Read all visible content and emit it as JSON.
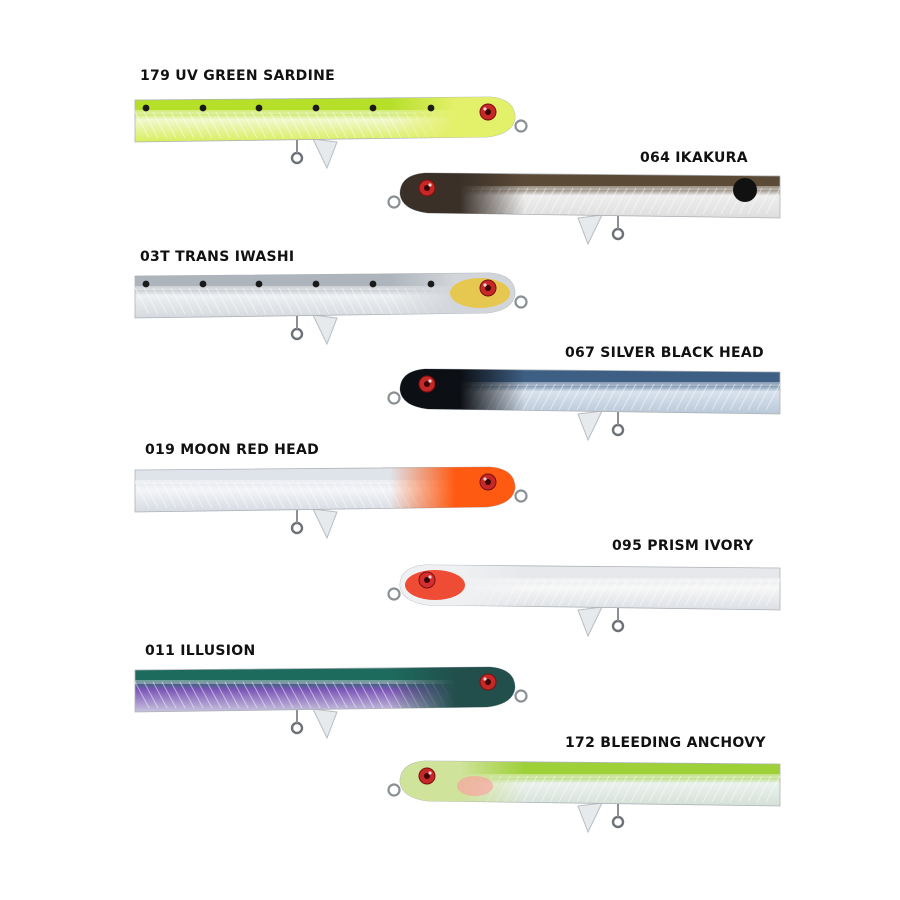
{
  "lures": [
    {
      "id": "179",
      "label": "179 UV GREEN SARDINE",
      "direction": "right",
      "colors": {
        "back": "#b6df2a",
        "body": "#f1f8cc",
        "belly": "#d9ee5c",
        "head": "#e3f06a",
        "eye": "#c62828"
      },
      "spots": true,
      "head_patch": false
    },
    {
      "id": "064",
      "label": "064 IKAKURA",
      "direction": "left",
      "colors": {
        "back": "#5b4a36",
        "body": "#eeeeee",
        "belly": "#dedede",
        "head": "#3a3028",
        "eye": "#c62828"
      },
      "spots": false,
      "head_patch": false,
      "dark_spot": true
    },
    {
      "id": "03T",
      "label": "03T TRANS IWASHI",
      "direction": "right",
      "colors": {
        "back": "#aeb4bc",
        "body": "#eef0f2",
        "belly": "#d5d9de",
        "head": "#d2d6da",
        "eye": "#c62828"
      },
      "spots": true,
      "head_patch": true,
      "patch_color": "#e8c640"
    },
    {
      "id": "067",
      "label": "067 SILVER BLACK HEAD",
      "direction": "left",
      "colors": {
        "back": "#3e5f84",
        "body": "#d9e3ee",
        "belly": "#b9c8d8",
        "head": "#0c0f14",
        "eye": "#c62828"
      },
      "spots": false,
      "head_patch": false
    },
    {
      "id": "019",
      "label": "019 MOON RED HEAD",
      "direction": "right",
      "colors": {
        "back": "#dfe3ea",
        "body": "#f4f5f8",
        "belly": "#d6dae2",
        "head": "#ff5a12",
        "eye": "#c62828"
      },
      "spots": false,
      "head_patch": false
    },
    {
      "id": "095",
      "label": "095 PRISM IVORY",
      "direction": "left",
      "colors": {
        "back": "#e6e8ec",
        "body": "#f7f7f7",
        "belly": "#dcdfe4",
        "head": "#eff0f2",
        "eye": "#d32f2f"
      },
      "spots": false,
      "head_patch": true,
      "patch_color": "#ee3a20"
    },
    {
      "id": "011",
      "label": "011 ILLUSION",
      "direction": "right",
      "colors": {
        "back": "#1d6b5d",
        "body": "#7c55b7",
        "belly": "#c8c4de",
        "head": "#224f4b",
        "eye": "#c62828"
      },
      "spots": false,
      "head_patch": false
    },
    {
      "id": "172",
      "label": "172 BLEEDING ANCHOVY",
      "direction": "left",
      "colors": {
        "back": "#9ed037",
        "body": "#eaf2ee",
        "belly": "#d5e0d8",
        "head": "#cfe39a",
        "eye": "#c62828"
      },
      "spots": false,
      "head_patch": false,
      "blush": true
    }
  ]
}
